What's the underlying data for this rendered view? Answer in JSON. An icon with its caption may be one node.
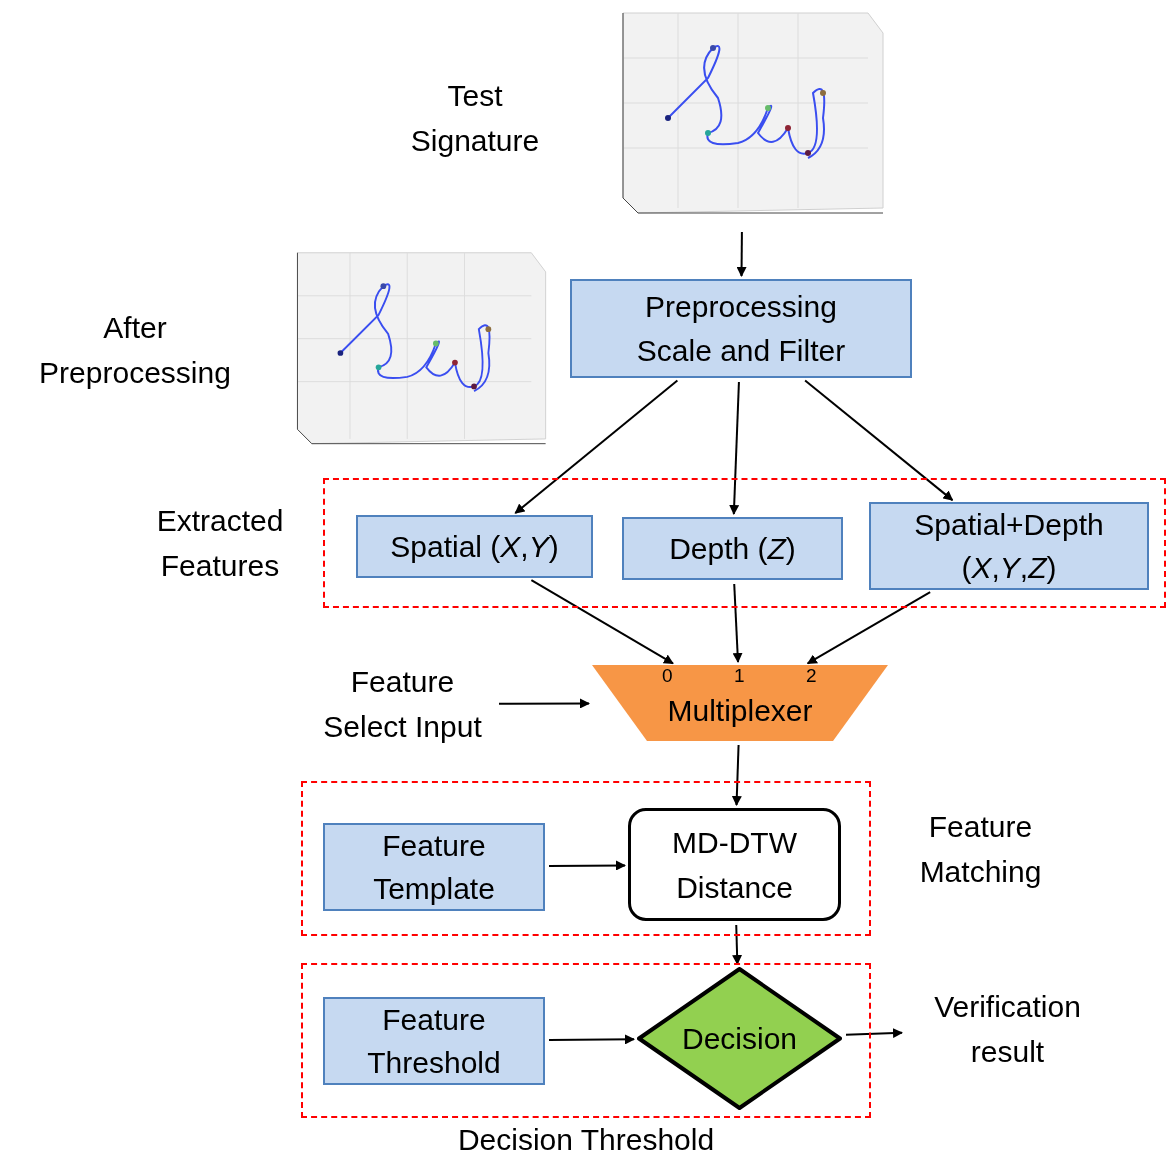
{
  "diagram": {
    "nodes": [
      {
        "text": [],
        "shape": "picture",
        "beside": [
          "Test Signature"
        ]
      },
      {
        "text": [
          "Preprocessing Scale and Filter"
        ]
      },
      {
        "text": [],
        "shape": "picture",
        "beside": [
          "After Preprocessing"
        ]
      },
      {
        "text": [
          "Extracted Features"
        ]
      },
      {
        "text": [
          "Spatial (*X*,*Y*)"
        ],
        "in": 3
      },
      {
        "text": [
          "Depth (*Z*)"
        ],
        "in": 3
      },
      {
        "text": [
          "Spatial+Depth (*X*,*Y*,*Z*)"
        ],
        "in": 3
      },
      {
        "text": [
          "0",
          "1",
          "2",
          "Multiplexer"
        ]
      },
      {
        "text": [
          "Feature Select Input"
        ]
      },
      {
        "text": [
          "Feature Matching"
        ]
      },
      {
        "text": [
          "Feature Template"
        ],
        "in": 9
      },
      {
        "text": [
          "MD-DTW Distance"
        ],
        "in": 9
      },
      {
        "text": [
          "Decision Threshold"
        ]
      },
      {
        "text": [
          "Feature Threshold"
        ],
        "in": 12
      },
      {
        "text": [
          "Decision"
        ],
        "in": 12
      },
      {
        "text": [
          "Verification result"
        ]
      }
    ],
    "edges": [
      {
        "from": 0,
        "to": 1,
        "arrow": "to"
      },
      {
        "from": 1,
        "to": 4,
        "arrow": "to"
      },
      {
        "from": 1,
        "to": 5,
        "arrow": "to"
      },
      {
        "from": 1,
        "to": 6,
        "arrow": "to"
      },
      {
        "from": 4,
        "to": 7,
        "arrow": "to"
      },
      {
        "from": 5,
        "to": 7,
        "arrow": "to"
      },
      {
        "from": 6,
        "to": 7,
        "arrow": "to"
      },
      {
        "from": 8,
        "to": 7,
        "arrow": "to"
      },
      {
        "from": 7,
        "to": 11,
        "arrow": "to"
      },
      {
        "from": 10,
        "to": 11,
        "arrow": "to"
      },
      {
        "from": 11,
        "to": 14,
        "arrow": "to"
      },
      {
        "from": 13,
        "to": 14,
        "arrow": "to"
      },
      {
        "from": 14,
        "to": 15,
        "arrow": "to"
      }
    ]
  }
}
